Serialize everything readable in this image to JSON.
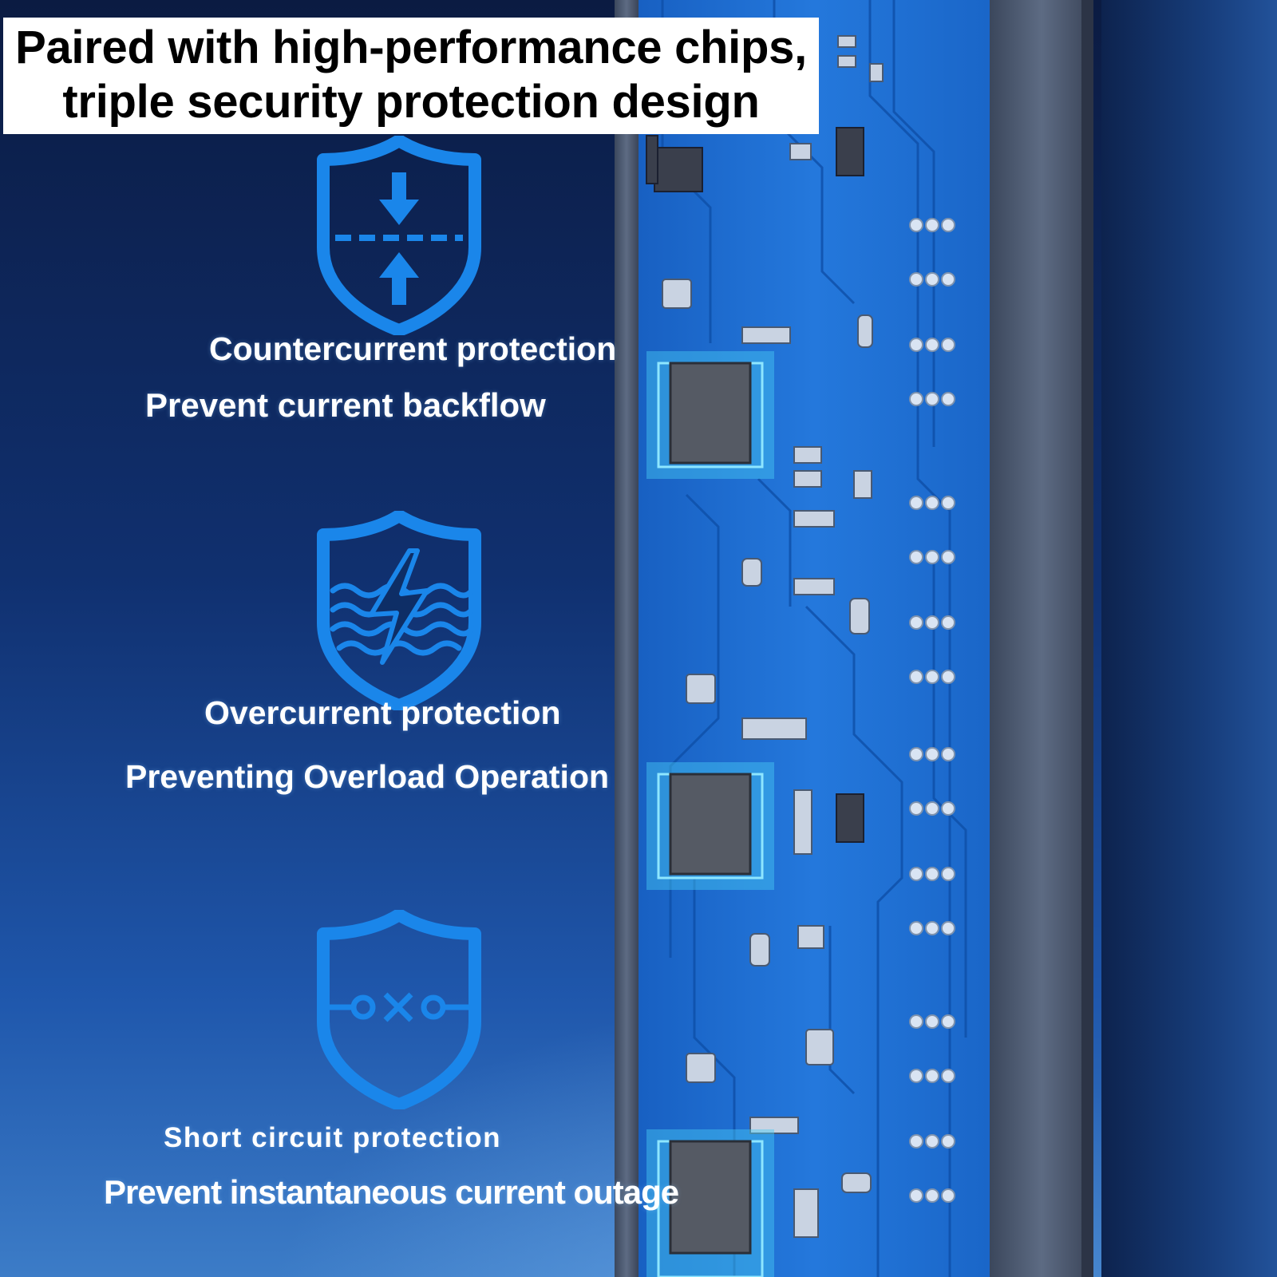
{
  "headline": {
    "line1": "Paired with high-performance chips,",
    "line2": "triple security protection design"
  },
  "features": [
    {
      "icon": "countercurrent-shield-icon",
      "title": "Countercurrent protection",
      "subtitle": "Prevent current backflow"
    },
    {
      "icon": "overcurrent-shield-icon",
      "title": "Overcurrent protection",
      "subtitle": "Preventing Overload Operation"
    },
    {
      "icon": "short-circuit-shield-icon",
      "title": "Short circuit protection",
      "subtitle": "Prevent instantaneous current outage"
    }
  ],
  "colors": {
    "icon_blue": "#1a86ea",
    "pcb_blue": "#1f6fcf",
    "chip_glow": "#47c9f5",
    "housing": "#56647c"
  }
}
